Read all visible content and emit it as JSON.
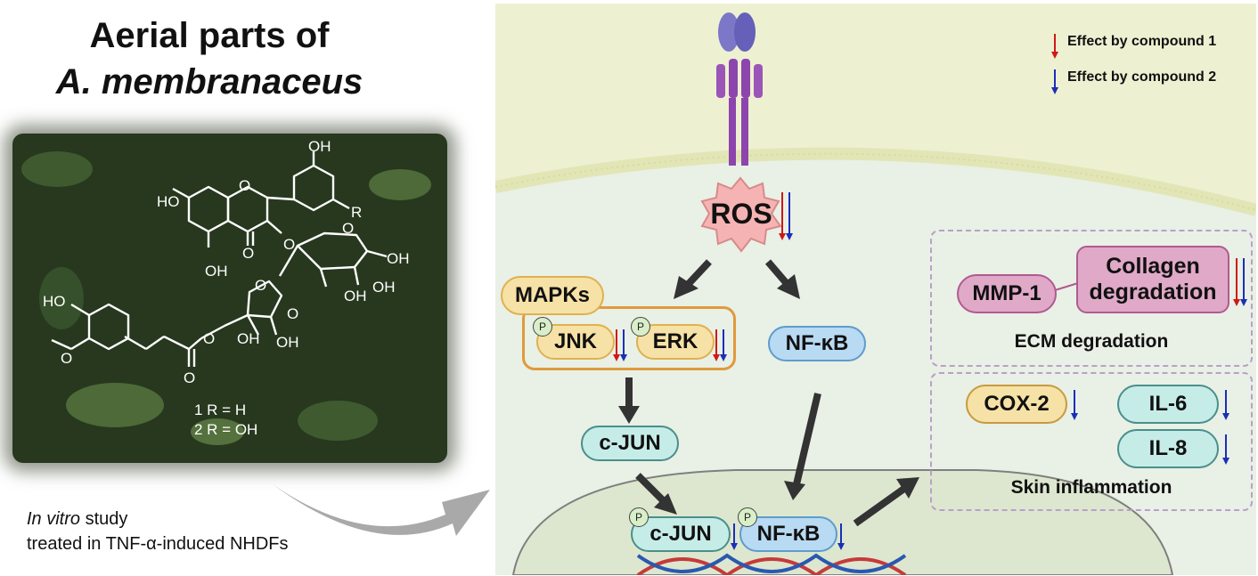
{
  "title": {
    "line1": "Aerial parts of",
    "line2": "A. membranaceus"
  },
  "structure": {
    "labels": [
      "HO",
      "OH",
      "R",
      "O",
      "O",
      "O",
      "O",
      "OH",
      "OH",
      "OH",
      "OH",
      "O",
      "OH",
      "HO",
      "O",
      "O",
      "O",
      "OH",
      "O"
    ],
    "compounds": [
      "1  R = H",
      "2  R = OH"
    ]
  },
  "study": {
    "italic": "In vitro",
    "rest": " study",
    "line2": "treated in TNF-α-induced NHDFs"
  },
  "legend": {
    "item1": "Effect by compound 1",
    "item2": "Effect by compound 2"
  },
  "colors": {
    "red": "#d01818",
    "blue": "#1a2fb8",
    "ros": "#f6b3b3",
    "yellow": "#f6e2a6",
    "blue_pill": "#b8daf2",
    "teal_pill": "#c6ece8",
    "pink": "#e0a9c8",
    "membrane": "#eef0d2"
  },
  "nodes": {
    "ros": "ROS",
    "mapks": "MAPKs",
    "jnk": "JNK",
    "erk": "ERK",
    "nfkb": "NF-κB",
    "cjun": "c-JUN",
    "cjun_nuc": "c-JUN",
    "nfkb_nuc": "NF-κB",
    "mmp1": "MMP-1",
    "collagen": "Collagen degradation",
    "ecm": "ECM degradation",
    "cox2": "COX-2",
    "il6": "IL-6",
    "il8": "IL-8",
    "skin": "Skin inflammation",
    "p": "P"
  }
}
